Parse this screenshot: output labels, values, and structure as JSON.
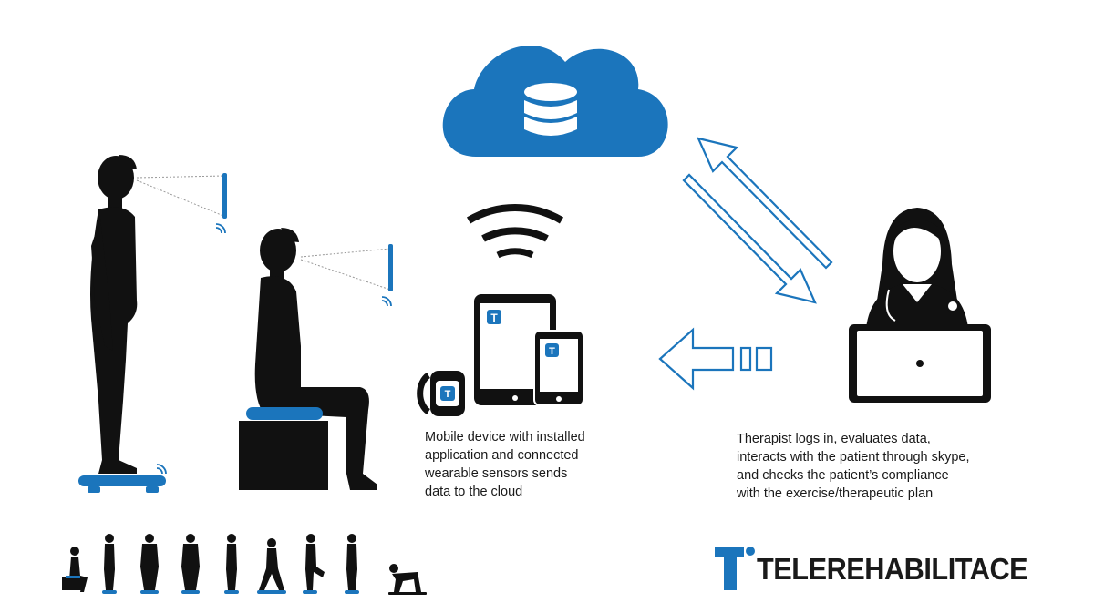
{
  "colors": {
    "accent": "#1b75bc",
    "figure": "#111111",
    "line": "#999999",
    "background": "#ffffff"
  },
  "icons": [
    "cloud-icon",
    "database-icon",
    "wifi-icon",
    "tablet-icon",
    "phone-icon",
    "smartwatch-icon",
    "laptop-icon",
    "therapist-icon",
    "bidirectional-arrow-icon",
    "left-arrow-icon"
  ],
  "captions": {
    "mobile": [
      "Mobile device with installed",
      "application and connected",
      "wearable sensors sends",
      "data to the cloud"
    ],
    "therapist": [
      "Therapist logs in, evaluates data,",
      "interacts with the patient through skype,",
      "and checks the patient’s compliance",
      "with the exercise/therapeutic plan"
    ]
  },
  "brand": {
    "name": "TELEREHABILITACE",
    "logo_letter": "T"
  },
  "exercise_poses": [
    "sit",
    "stand",
    "stand-front",
    "stand-front",
    "stand-side",
    "lunge",
    "leg-raise",
    "stand",
    "kneel"
  ]
}
